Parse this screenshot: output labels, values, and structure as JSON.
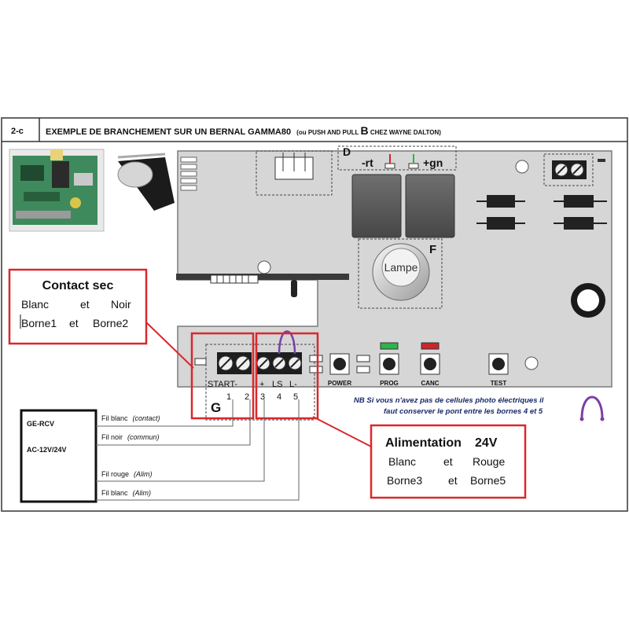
{
  "header": {
    "section_id": "2-c",
    "title_main": "EXEMPLE DE BRANCHEMENT SUR UN BERNAL GAMMA80",
    "title_paren_a": "(ou PUSH AND PULL ",
    "title_paren_b": "B",
    "title_paren_c": " CHEZ WAYNE DALTON)"
  },
  "board": {
    "label_d": "D",
    "label_rt": "-rt",
    "label_gn": "+gn",
    "label_f": "F",
    "lamp_label": "Lampe",
    "label_g": "G",
    "terminal_group_labels": {
      "start": "START-",
      "plus": "+",
      "ls": "LS",
      "lminus": "L-"
    },
    "terminal_numbers": [
      "1",
      "2",
      "3",
      "4",
      "5"
    ],
    "buttons": [
      "POWER",
      "PROG",
      "CANC",
      "TEST"
    ]
  },
  "contact_box": {
    "title": "Contact sec",
    "row1": [
      "Blanc",
      "et",
      "Noir"
    ],
    "row2": [
      "Borne1",
      "et",
      "Borne2"
    ]
  },
  "alim_box": {
    "title": "Alimentation",
    "voltage": "24V",
    "row1": [
      "Blanc",
      "et",
      "Rouge"
    ],
    "row2": [
      "Borne3",
      "et",
      "Borne5"
    ]
  },
  "note": {
    "line1": "NB Si vous n'avez pas de cellules photo électriques il",
    "line2": "faut conserver le pont entre les bornes 4 et 5"
  },
  "receiver": {
    "name": "GE-RCV",
    "power": "AC-12V/24V"
  },
  "wires": [
    {
      "label": "Fil blanc",
      "role": "(contact)"
    },
    {
      "label": "Fil noir",
      "role": "(commun)"
    },
    {
      "label": "Fil rouge",
      "role": "(Alim)"
    },
    {
      "label": "Fil blanc",
      "role": "(Alim)"
    }
  ],
  "colors": {
    "highlight_red": "#d9282e",
    "bridge_purple": "#7b3fa6",
    "board_gray": "#d4d4d4",
    "led_green": "#2fb34a",
    "led_red": "#c8262a"
  }
}
